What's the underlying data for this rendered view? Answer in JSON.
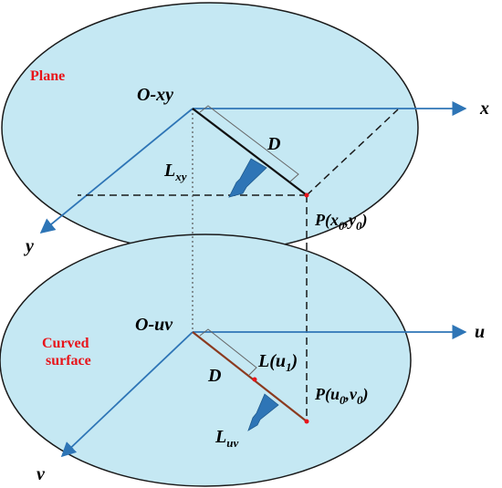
{
  "colors": {
    "ellipse_fill": "#c5e8f3",
    "ellipse_stroke": "#1a1a1a",
    "axis": "#2e75b6",
    "arrow_fill": "#2e75b6",
    "path_lower": "#8b3a1f",
    "point": "#e8141a",
    "label_red": "#e8141a"
  },
  "top_plane": {
    "region_label": "Plane",
    "origin_label": "O-xy",
    "x_axis_label": "x",
    "y_axis_label": "y",
    "distance_label": "D",
    "line_label": {
      "main": "L",
      "sub": "xy"
    },
    "point_label": {
      "pre": "P(x",
      "s1": "0",
      "mid": ",y",
      "s2": "0",
      "post": ")"
    }
  },
  "bottom_plane": {
    "region_label_1": "Curved",
    "region_label_2": "surface",
    "origin_label": "O-uv",
    "u_axis_label": "u",
    "v_axis_label": "v",
    "distance_label": "D",
    "line_label": {
      "main": "L",
      "sub": "uv"
    },
    "mid_label": {
      "pre": "L(u",
      "sub": "1",
      "post": ")"
    },
    "point_label": {
      "pre": "P(u",
      "s1": "0",
      "mid": ",v",
      "s2": "0",
      "post": ")"
    }
  }
}
